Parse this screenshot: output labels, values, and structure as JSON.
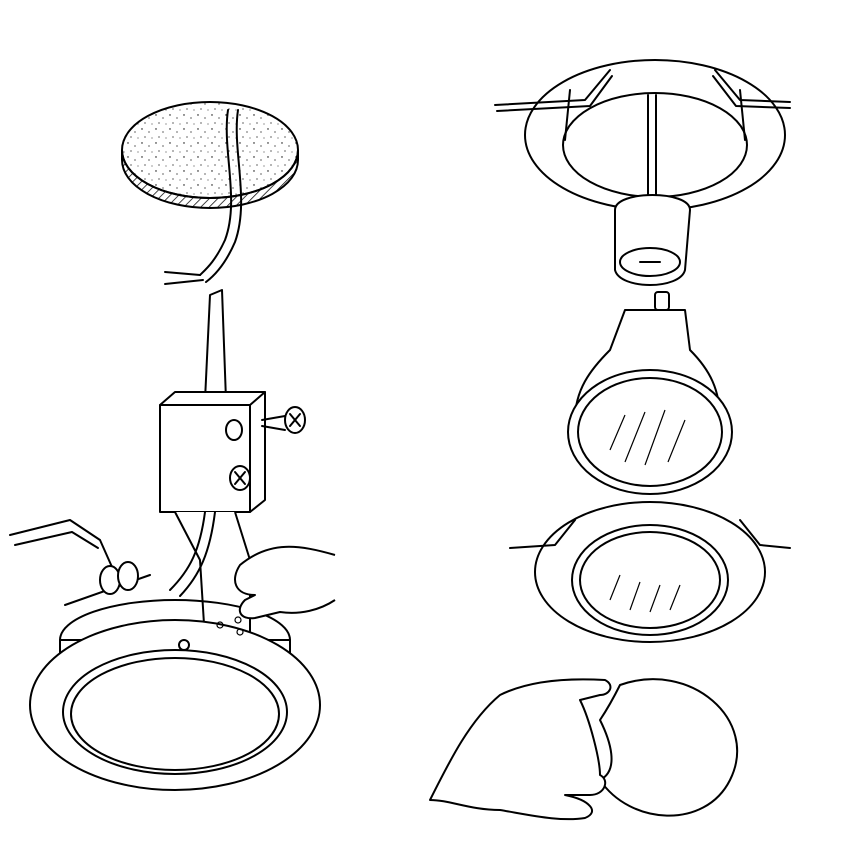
{
  "diagram": {
    "colors": {
      "line": "#000000",
      "background": "#ffffff"
    },
    "left_panel": {
      "parts": [
        "ceiling-cutout",
        "supply-cable",
        "junction-box",
        "junction-box-screw",
        "cable-clamp-screw",
        "spring-clip",
        "downlight-ring",
        "hand"
      ]
    },
    "right_panel": {
      "parts": [
        "fixed-ring",
        "lamp-holder",
        "gu10-lamp",
        "tilt-ring",
        "retaining-circlip",
        "hand"
      ]
    }
  }
}
